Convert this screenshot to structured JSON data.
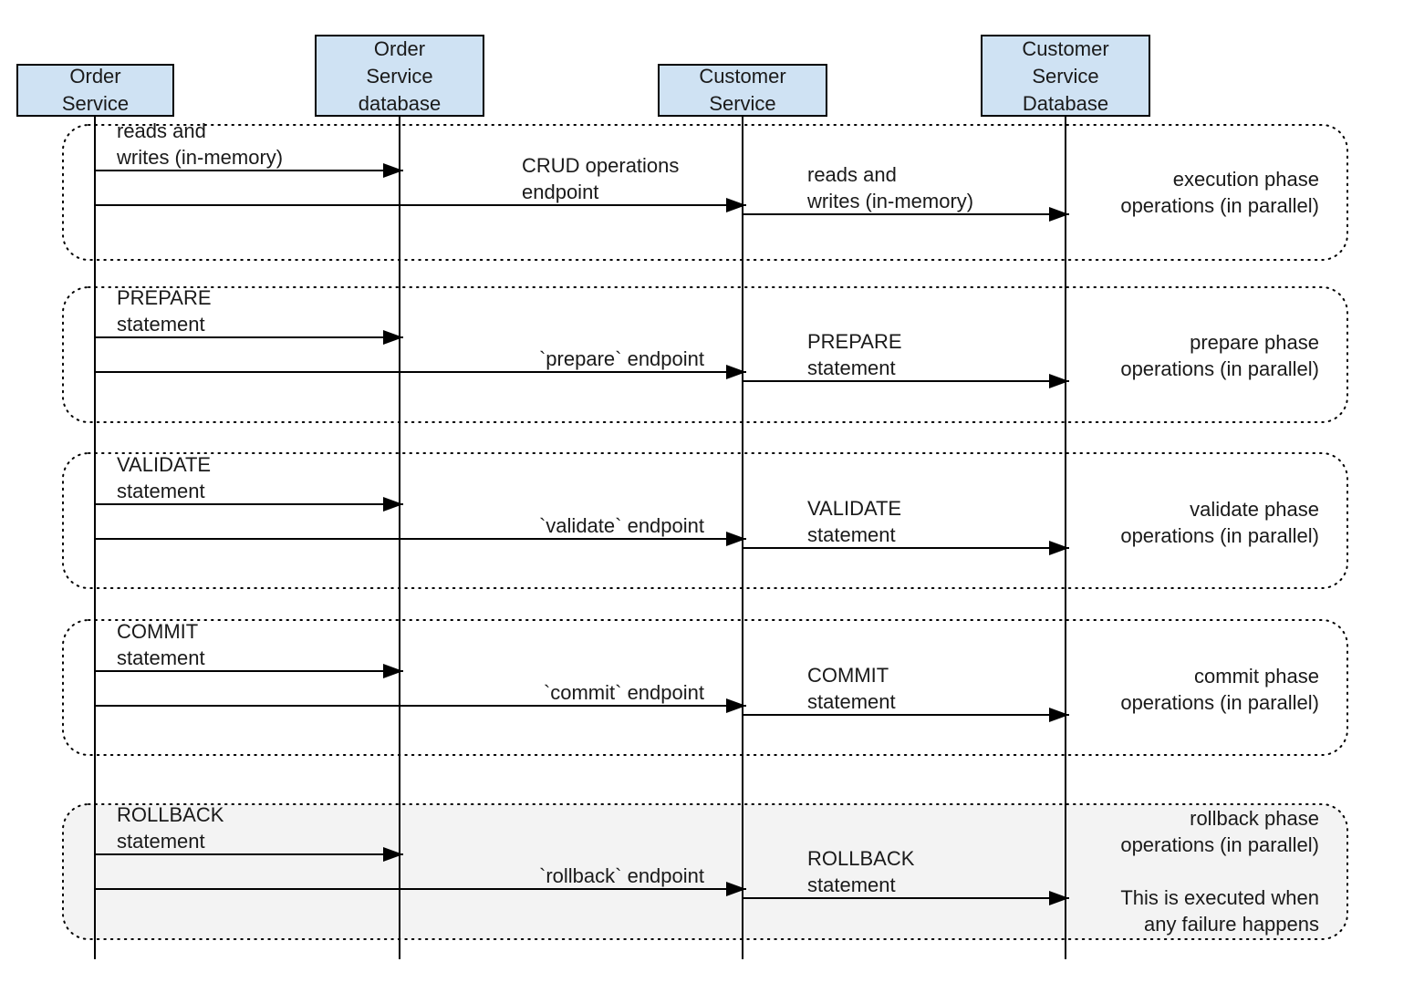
{
  "participants": [
    {
      "id": "order-service",
      "lines": [
        "Order",
        "Service"
      ]
    },
    {
      "id": "order-db",
      "lines": [
        "Order",
        "Service",
        "database"
      ]
    },
    {
      "id": "customer-service",
      "lines": [
        "Customer",
        "Service"
      ]
    },
    {
      "id": "customer-db",
      "lines": [
        "Customer",
        "Service",
        "Database"
      ]
    }
  ],
  "phases": [
    {
      "id": "execution",
      "shaded": false,
      "note": [
        "execution phase",
        "operations (in parallel)"
      ],
      "messages": [
        {
          "from": "order-service",
          "to": "order-db",
          "label": [
            "reads and",
            "writes (in-memory)"
          ]
        },
        {
          "from": "order-service",
          "to": "customer-service",
          "label": [
            "CRUD operations",
            "endpoint"
          ]
        },
        {
          "from": "customer-service",
          "to": "customer-db",
          "label": [
            "reads and",
            "writes (in-memory)"
          ]
        }
      ]
    },
    {
      "id": "prepare",
      "shaded": false,
      "note": [
        "prepare phase",
        "operations (in parallel)"
      ],
      "messages": [
        {
          "from": "order-service",
          "to": "order-db",
          "label": [
            "PREPARE",
            "statement"
          ]
        },
        {
          "from": "order-service",
          "to": "customer-service",
          "label": [
            "`prepare` endpoint"
          ]
        },
        {
          "from": "customer-service",
          "to": "customer-db",
          "label": [
            "PREPARE",
            "statement"
          ]
        }
      ]
    },
    {
      "id": "validate",
      "shaded": false,
      "note": [
        "validate phase",
        "operations (in parallel)"
      ],
      "messages": [
        {
          "from": "order-service",
          "to": "order-db",
          "label": [
            "VALIDATE",
            "statement"
          ]
        },
        {
          "from": "order-service",
          "to": "customer-service",
          "label": [
            "`validate` endpoint"
          ]
        },
        {
          "from": "customer-service",
          "to": "customer-db",
          "label": [
            "VALIDATE",
            "statement"
          ]
        }
      ]
    },
    {
      "id": "commit",
      "shaded": false,
      "note": [
        "commit phase",
        "operations (in parallel)"
      ],
      "messages": [
        {
          "from": "order-service",
          "to": "order-db",
          "label": [
            "COMMIT",
            "statement"
          ]
        },
        {
          "from": "order-service",
          "to": "customer-service",
          "label": [
            "`commit` endpoint"
          ]
        },
        {
          "from": "customer-service",
          "to": "customer-db",
          "label": [
            "COMMIT",
            "statement"
          ]
        }
      ]
    },
    {
      "id": "rollback",
      "shaded": true,
      "note": [
        "rollback phase",
        "operations (in parallel)",
        "",
        "This is executed when",
        "any failure happens"
      ],
      "messages": [
        {
          "from": "order-service",
          "to": "order-db",
          "label": [
            "ROLLBACK",
            "statement"
          ]
        },
        {
          "from": "order-service",
          "to": "customer-service",
          "label": [
            "`rollback` endpoint"
          ]
        },
        {
          "from": "customer-service",
          "to": "customer-db",
          "label": [
            "ROLLBACK",
            "statement"
          ]
        }
      ]
    }
  ],
  "colors": {
    "participant_fill": "#cfe2f3",
    "shaded_phase_fill": "#f3f3f3",
    "line": "#000000",
    "text": "#1a1a1a"
  }
}
